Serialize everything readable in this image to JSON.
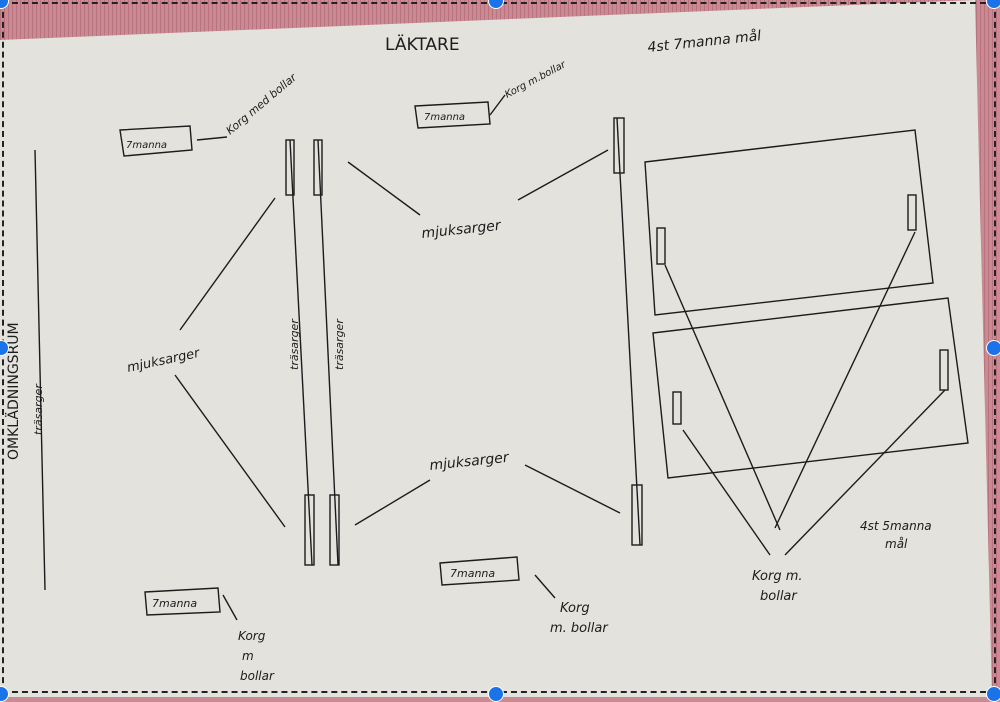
{
  "photo": {
    "title": "LÄKTARE",
    "top_right_label": "4st 7manna mål",
    "bottom_right_label": [
      "4st 5manna",
      "mål"
    ],
    "left_room_label": "OMKLÄDNINGSRUM",
    "left_wall_label": "träsarger",
    "center_wall_labels": [
      "träsarger",
      "träsarger"
    ],
    "mjuksarger_labels": [
      "mjuksarger",
      "mjuksarger",
      "mjuksarger"
    ],
    "goal_boxes": [
      "7manna",
      "7manna",
      "7manna",
      "7manna"
    ],
    "basket_labels": {
      "top_left": "Korg med bollar",
      "top_center": "Korg m.bollar",
      "bottom_left": [
        "Korg",
        "m",
        "bollar"
      ],
      "bottom_center": [
        "Korg",
        "m. bollar"
      ],
      "bottom_right": [
        "Korg m.",
        "bollar"
      ]
    }
  },
  "colors": {
    "paper": "#e4e2dc",
    "cloth": "#c98a93",
    "handle": "#1a73e8",
    "ink": "#1c1c1c"
  }
}
